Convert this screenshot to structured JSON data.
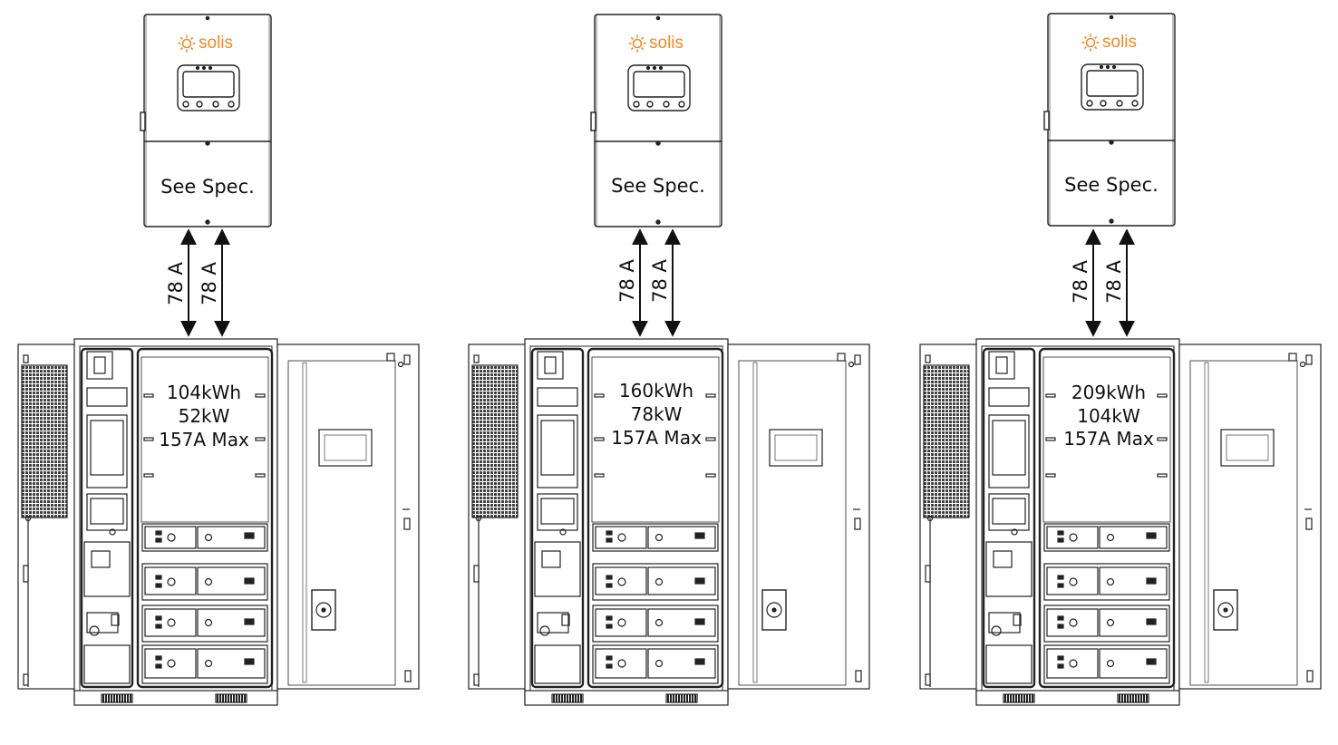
{
  "systems": [
    {
      "inverter": {
        "brand": "solis",
        "spec_label": "See Spec."
      },
      "currents": [
        "78 A",
        "78 A"
      ],
      "battery": {
        "energy": "104kWh",
        "power": "52kW",
        "max_current": "157A Max"
      }
    },
    {
      "inverter": {
        "brand": "solis",
        "spec_label": "See Spec."
      },
      "currents": [
        "78 A",
        "78 A"
      ],
      "battery": {
        "energy": "160kWh",
        "power": "78kW",
        "max_current": "157A Max"
      }
    },
    {
      "inverter": {
        "brand": "solis",
        "spec_label": "See Spec."
      },
      "currents": [
        "78 A",
        "78 A"
      ],
      "battery": {
        "energy": "209kWh",
        "power": "104kW",
        "max_current": "157A Max"
      }
    }
  ],
  "colors": {
    "line": "#222222",
    "brand": "#f08a24",
    "vent": "#333333"
  }
}
